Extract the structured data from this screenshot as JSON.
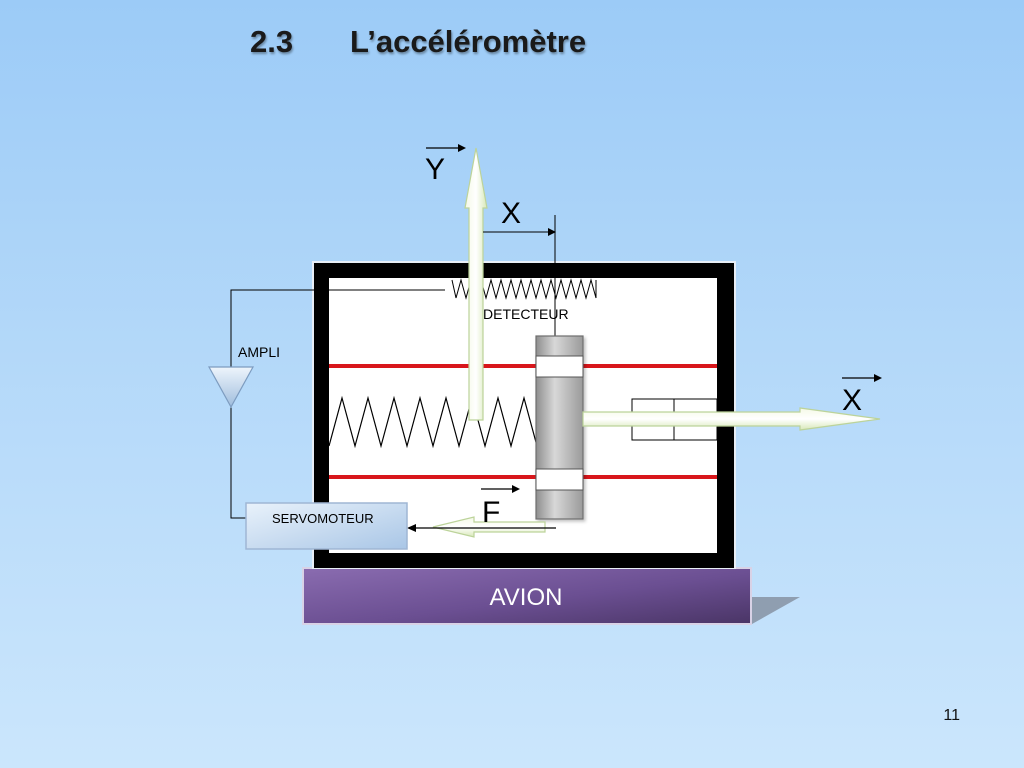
{
  "slide": {
    "title_number": "2.3",
    "title_text": "L’accéléromètre",
    "page_number": "11"
  },
  "diagram": {
    "labels": {
      "y_vector": "Y",
      "x_displacement": "X",
      "x_vector": "X",
      "force": "F",
      "detector": "DETECTEUR",
      "amplifier": "AMPLI",
      "servo": "SERVOMOTEUR",
      "aircraft": "AVION"
    }
  }
}
